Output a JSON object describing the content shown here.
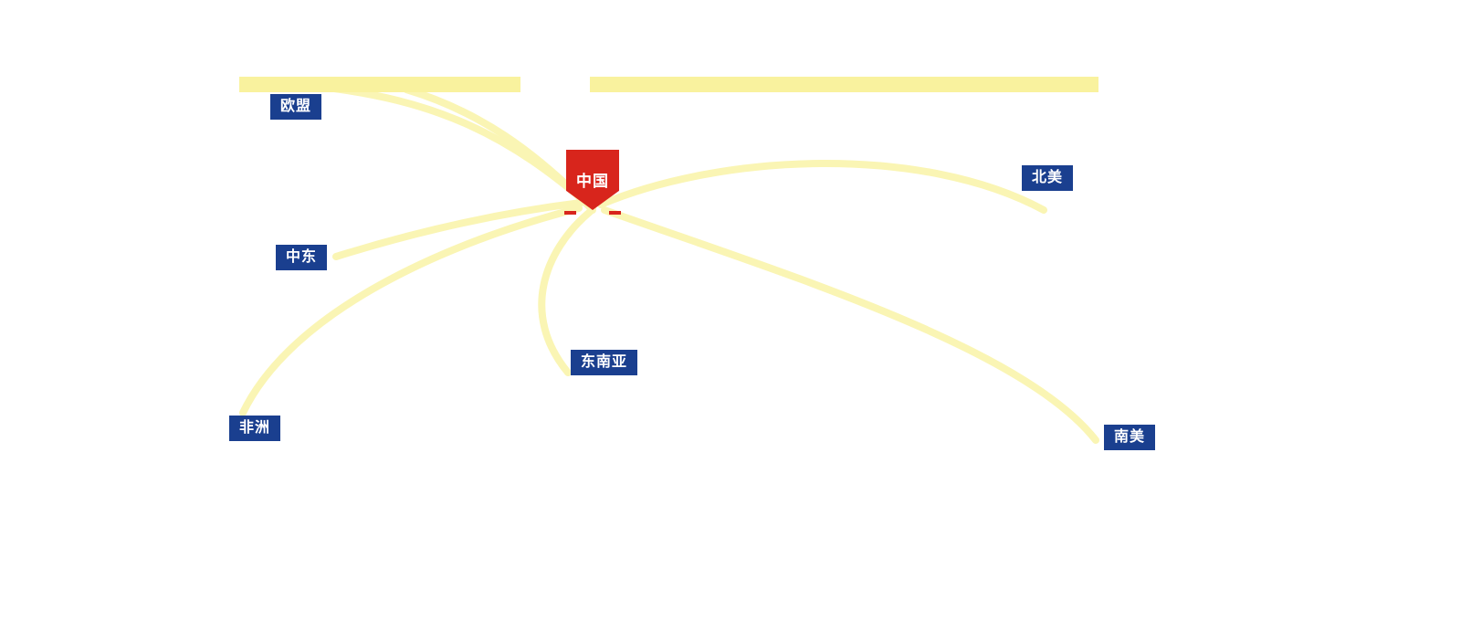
{
  "diagram": {
    "center_node": {
      "label": "中国"
    },
    "regions": [
      {
        "id": "eu",
        "label": "欧盟"
      },
      {
        "id": "middle-east",
        "label": "中东"
      },
      {
        "id": "africa",
        "label": "非洲"
      },
      {
        "id": "southeast-asia",
        "label": "东南亚"
      },
      {
        "id": "north-america",
        "label": "北美"
      },
      {
        "id": "south-america",
        "label": "南美"
      }
    ],
    "colors": {
      "route_line": "#FAF5B4",
      "top_bar": "#F9F29E",
      "region_label_bg": "#1A3F8F",
      "region_label_text": "#FFFFFF",
      "center_node_bg": "#D8251C",
      "center_node_text": "#FFFFFF"
    }
  }
}
